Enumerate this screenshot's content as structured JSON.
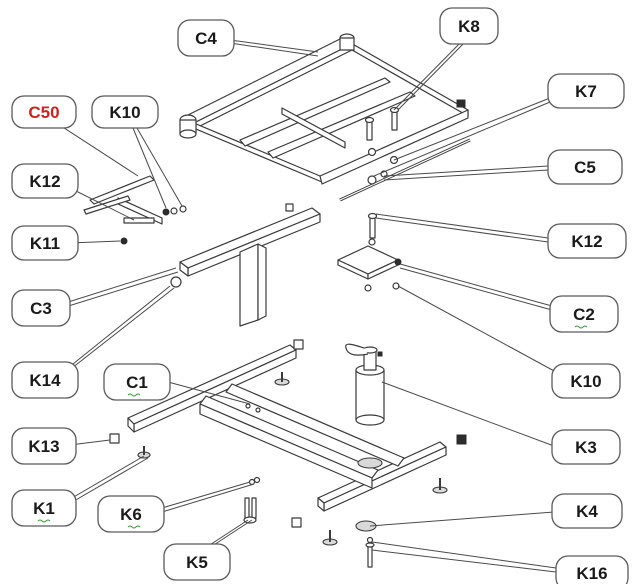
{
  "diagram": {
    "labels": {
      "C4": "C4",
      "K8": "K8",
      "C50": "C50",
      "K10a": "K10",
      "K7": "K7",
      "K12a": "K12",
      "C5": "C5",
      "K11": "K11",
      "K12b": "K12",
      "C3": "C3",
      "C2": "C2",
      "K14": "K14",
      "K10b": "K10",
      "C1": "C1",
      "K13": "K13",
      "K3": "K3",
      "K1": "K1",
      "K6": "K6",
      "K4": "K4",
      "K5": "K5",
      "K16": "K16"
    },
    "colors": {
      "label_default": "#1a1a1a",
      "label_highlight": "#cc2222",
      "outline": "#3a3a3a"
    }
  }
}
